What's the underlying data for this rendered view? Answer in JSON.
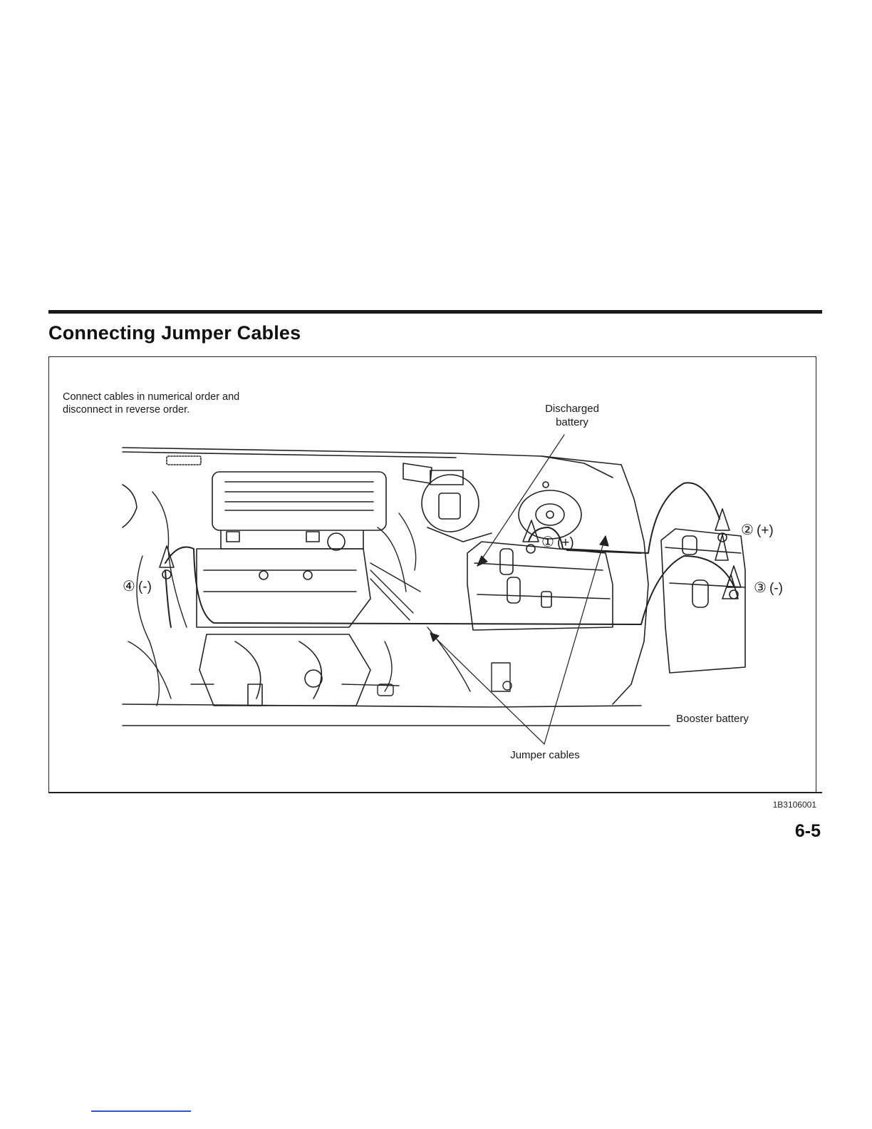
{
  "section": {
    "title": "Connecting Jumper Cables"
  },
  "figure": {
    "instruction": "Connect cables in numerical order and disconnect in reverse order.",
    "labels": {
      "discharged": "Discharged battery",
      "booster": "Booster battery",
      "jumper": "Jumper cables"
    },
    "connections": [
      {
        "circle": "①",
        "sign": "(+)"
      },
      {
        "circle": "②",
        "sign": "(+)"
      },
      {
        "circle": "③",
        "sign": "(-)"
      },
      {
        "circle": "④",
        "sign": "(-)"
      }
    ],
    "code": "1B3106001"
  },
  "page": {
    "number": "6-5"
  }
}
